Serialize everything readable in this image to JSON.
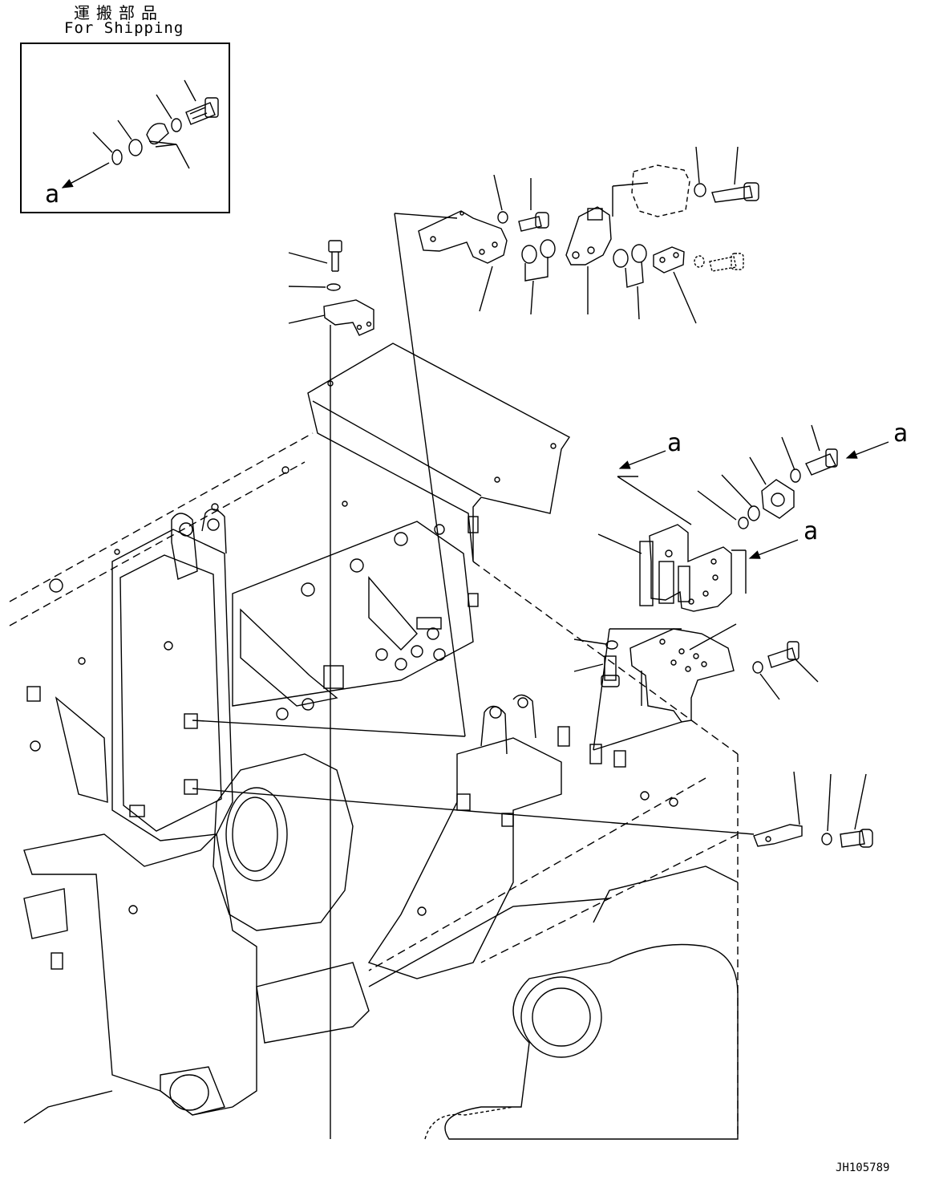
{
  "header": {
    "title_jp": "運搬部品",
    "title_en": "For Shipping"
  },
  "callouts": {
    "view_label": "a"
  },
  "footer": {
    "drawing_id": "JH105789"
  },
  "colors": {
    "line": "#000000",
    "background": "#ffffff"
  }
}
